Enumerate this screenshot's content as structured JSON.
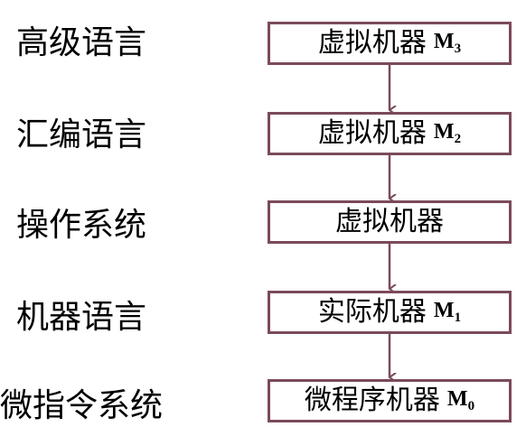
{
  "colors": {
    "box_border": "#7b4a5a",
    "arrow": "#7b4a5a",
    "text": "#000000"
  },
  "levels": [
    {
      "label": "高级语言",
      "box_text": "虚拟机器",
      "machine": "M",
      "machine_sub": "3"
    },
    {
      "label": "汇编语言",
      "box_text": "虚拟机器",
      "machine": "M",
      "machine_sub": "2"
    },
    {
      "label": "操作系统",
      "box_text": "虚拟机器",
      "machine": "",
      "machine_sub": ""
    },
    {
      "label": "机器语言",
      "box_text": "实际机器",
      "machine": "M",
      "machine_sub": "1"
    },
    {
      "label": "微指令系统",
      "box_text": "微程序机器",
      "machine": "M",
      "machine_sub": "0"
    }
  ]
}
